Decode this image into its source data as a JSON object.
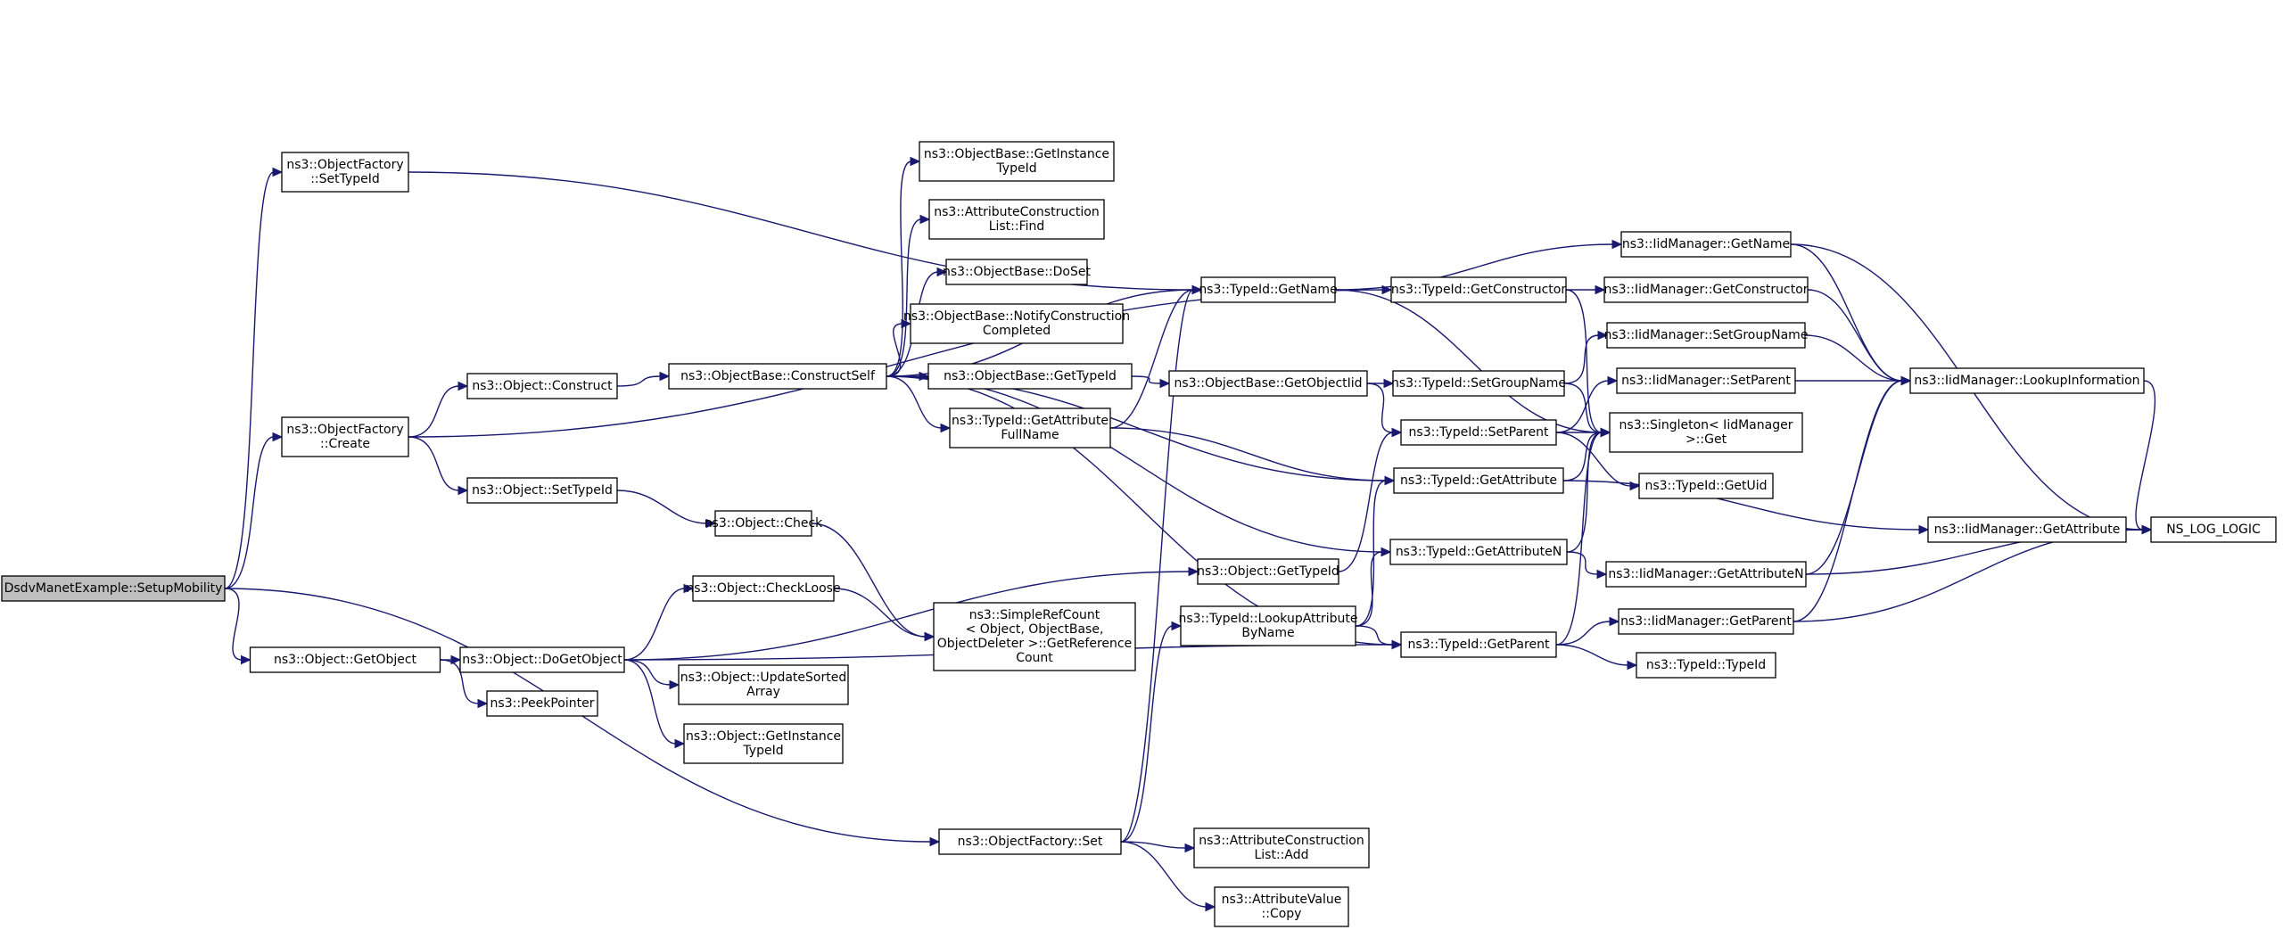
{
  "colors": {
    "edge": "#191970",
    "root_fill": "#bfbfbf",
    "node_fill": "#ffffff",
    "border": "#000000"
  },
  "nodes": [
    {
      "id": "root",
      "lines": [
        "DsdvManetExample::SetupMobility"
      ]
    },
    {
      "id": "of_settypeid",
      "lines": [
        "ns3::ObjectFactory",
        "::SetTypeId"
      ]
    },
    {
      "id": "of_create",
      "lines": [
        "ns3::ObjectFactory",
        "::Create"
      ]
    },
    {
      "id": "obj_getobject",
      "lines": [
        "ns3::Object::GetObject"
      ]
    },
    {
      "id": "of_set",
      "lines": [
        "ns3::ObjectFactory::Set"
      ]
    },
    {
      "id": "obj_construct",
      "lines": [
        "ns3::Object::Construct"
      ]
    },
    {
      "id": "obj_settypeid",
      "lines": [
        "ns3::Object::SetTypeId"
      ]
    },
    {
      "id": "obj_dogetobject",
      "lines": [
        "ns3::Object::DoGetObject"
      ]
    },
    {
      "id": "peekpointer",
      "lines": [
        "ns3::PeekPointer"
      ]
    },
    {
      "id": "ob_constructself",
      "lines": [
        "ns3::ObjectBase::ConstructSelf"
      ]
    },
    {
      "id": "obj_check",
      "lines": [
        "ns3::Object::Check"
      ]
    },
    {
      "id": "obj_checkloose",
      "lines": [
        "ns3::Object::CheckLoose"
      ]
    },
    {
      "id": "obj_updatesorted",
      "lines": [
        "ns3::Object::UpdateSorted",
        "Array"
      ]
    },
    {
      "id": "obj_getinstancetypeid",
      "lines": [
        "ns3::Object::GetInstance",
        "TypeId"
      ]
    },
    {
      "id": "ob_getinstancetypeid",
      "lines": [
        "ns3::ObjectBase::GetInstance",
        "TypeId"
      ]
    },
    {
      "id": "acl_find",
      "lines": [
        "ns3::AttributeConstruction",
        "List::Find"
      ]
    },
    {
      "id": "ob_doset",
      "lines": [
        "ns3::ObjectBase::DoSet"
      ]
    },
    {
      "id": "ob_notify",
      "lines": [
        "ns3::ObjectBase::NotifyConstruction",
        "Completed"
      ]
    },
    {
      "id": "ob_gettypeid",
      "lines": [
        "ns3::ObjectBase::GetTypeId"
      ]
    },
    {
      "id": "tid_getattrfullname",
      "lines": [
        "ns3::TypeId::GetAttribute",
        "FullName"
      ]
    },
    {
      "id": "srefcount",
      "lines": [
        "ns3::SimpleRefCount",
        "< Object, ObjectBase,",
        " ObjectDeleter >::GetReference",
        "Count"
      ]
    },
    {
      "id": "tid_getname",
      "lines": [
        "ns3::TypeId::GetName"
      ]
    },
    {
      "id": "ob_getobjectiid",
      "lines": [
        "ns3::ObjectBase::GetObjectIid"
      ]
    },
    {
      "id": "obj_gettypeid",
      "lines": [
        "ns3::Object::GetTypeId"
      ]
    },
    {
      "id": "tid_lookupattr",
      "lines": [
        "ns3::TypeId::LookupAttribute",
        "ByName"
      ]
    },
    {
      "id": "acl_add",
      "lines": [
        "ns3::AttributeConstruction",
        "List::Add"
      ]
    },
    {
      "id": "av_copy",
      "lines": [
        "ns3::AttributeValue",
        "::Copy"
      ]
    },
    {
      "id": "tid_getconstructor",
      "lines": [
        "ns3::TypeId::GetConstructor"
      ]
    },
    {
      "id": "tid_setgroupname",
      "lines": [
        "ns3::TypeId::SetGroupName"
      ]
    },
    {
      "id": "tid_setparent",
      "lines": [
        "ns3::TypeId::SetParent"
      ]
    },
    {
      "id": "tid_getattribute",
      "lines": [
        "ns3::TypeId::GetAttribute"
      ]
    },
    {
      "id": "tid_getattributen",
      "lines": [
        "ns3::TypeId::GetAttributeN"
      ]
    },
    {
      "id": "tid_getparent",
      "lines": [
        "ns3::TypeId::GetParent"
      ]
    },
    {
      "id": "iid_getname",
      "lines": [
        "ns3::IidManager::GetName"
      ]
    },
    {
      "id": "iid_getconstructor",
      "lines": [
        "ns3::IidManager::GetConstructor"
      ]
    },
    {
      "id": "iid_setgroupname",
      "lines": [
        "ns3::IidManager::SetGroupName"
      ]
    },
    {
      "id": "iid_setparent",
      "lines": [
        "ns3::IidManager::SetParent"
      ]
    },
    {
      "id": "singleton_get",
      "lines": [
        "ns3::Singleton< IidManager",
        " >::Get"
      ]
    },
    {
      "id": "tid_getuid",
      "lines": [
        "ns3::TypeId::GetUid"
      ]
    },
    {
      "id": "iid_getattribute",
      "lines": [
        "ns3::IidManager::GetAttribute"
      ]
    },
    {
      "id": "iid_getattributen",
      "lines": [
        "ns3::IidManager::GetAttributeN"
      ]
    },
    {
      "id": "iid_getparent",
      "lines": [
        "ns3::IidManager::GetParent"
      ]
    },
    {
      "id": "tid_typeid",
      "lines": [
        "ns3::TypeId::TypeId"
      ]
    },
    {
      "id": "iid_lookupinfo",
      "lines": [
        "ns3::IidManager::LookupInformation"
      ]
    },
    {
      "id": "ns_log_logic",
      "lines": [
        "NS_LOG_LOGIC"
      ]
    }
  ],
  "edges": [
    [
      "root",
      "of_settypeid"
    ],
    [
      "root",
      "of_create"
    ],
    [
      "root",
      "obj_getobject"
    ],
    [
      "root",
      "of_set"
    ],
    [
      "of_settypeid",
      "tid_getname"
    ],
    [
      "of_create",
      "tid_getconstructor"
    ],
    [
      "of_create",
      "obj_construct"
    ],
    [
      "of_create",
      "obj_settypeid"
    ],
    [
      "obj_getobject",
      "obj_dogetobject"
    ],
    [
      "obj_getobject",
      "peekpointer"
    ],
    [
      "of_set",
      "tid_lookupattr"
    ],
    [
      "of_set",
      "tid_getname"
    ],
    [
      "of_set",
      "acl_add"
    ],
    [
      "of_set",
      "av_copy"
    ],
    [
      "obj_construct",
      "ob_constructself"
    ],
    [
      "obj_settypeid",
      "obj_check"
    ],
    [
      "obj_dogetobject",
      "obj_checkloose"
    ],
    [
      "obj_dogetobject",
      "obj_updatesorted"
    ],
    [
      "obj_dogetobject",
      "obj_getinstancetypeid"
    ],
    [
      "obj_dogetobject",
      "obj_gettypeid"
    ],
    [
      "obj_dogetobject",
      "tid_getparent"
    ],
    [
      "obj_check",
      "srefcount"
    ],
    [
      "obj_checkloose",
      "srefcount"
    ],
    [
      "ob_constructself",
      "tid_getname"
    ],
    [
      "ob_constructself",
      "ob_getinstancetypeid"
    ],
    [
      "ob_constructself",
      "acl_find"
    ],
    [
      "ob_constructself",
      "ob_doset"
    ],
    [
      "ob_constructself",
      "ob_notify"
    ],
    [
      "ob_constructself",
      "ob_gettypeid"
    ],
    [
      "ob_constructself",
      "tid_getattrfullname"
    ],
    [
      "ob_constructself",
      "tid_getattribute"
    ],
    [
      "ob_constructself",
      "tid_getattributen"
    ],
    [
      "ob_constructself",
      "tid_getparent"
    ],
    [
      "ob_gettypeid",
      "ob_getobjectiid"
    ],
    [
      "tid_getattrfullname",
      "tid_getname"
    ],
    [
      "tid_getattrfullname",
      "tid_getattribute"
    ],
    [
      "ob_getobjectiid",
      "tid_setgroupname"
    ],
    [
      "ob_getobjectiid",
      "tid_setparent"
    ],
    [
      "obj_gettypeid",
      "tid_setparent"
    ],
    [
      "tid_lookupattr",
      "tid_getattributen"
    ],
    [
      "tid_lookupattr",
      "tid_getattribute"
    ],
    [
      "tid_lookupattr",
      "tid_getparent"
    ],
    [
      "tid_getname",
      "iid_getname"
    ],
    [
      "tid_getname",
      "singleton_get"
    ],
    [
      "tid_getconstructor",
      "iid_getconstructor"
    ],
    [
      "tid_getconstructor",
      "singleton_get"
    ],
    [
      "tid_setgroupname",
      "iid_setgroupname"
    ],
    [
      "tid_setgroupname",
      "singleton_get"
    ],
    [
      "tid_setparent",
      "iid_setparent"
    ],
    [
      "tid_setparent",
      "singleton_get"
    ],
    [
      "tid_setparent",
      "tid_getuid"
    ],
    [
      "tid_getattribute",
      "iid_getattribute"
    ],
    [
      "tid_getattribute",
      "singleton_get"
    ],
    [
      "tid_getattributen",
      "iid_getattributen"
    ],
    [
      "tid_getattributen",
      "singleton_get"
    ],
    [
      "tid_getparent",
      "iid_getparent"
    ],
    [
      "tid_getparent",
      "singleton_get"
    ],
    [
      "tid_getparent",
      "tid_typeid"
    ],
    [
      "iid_getname",
      "iid_lookupinfo"
    ],
    [
      "iid_getname",
      "ns_log_logic"
    ],
    [
      "iid_getconstructor",
      "iid_lookupinfo"
    ],
    [
      "iid_setgroupname",
      "iid_lookupinfo"
    ],
    [
      "iid_setparent",
      "iid_lookupinfo"
    ],
    [
      "iid_getattribute",
      "ns_log_logic"
    ],
    [
      "iid_getattributen",
      "iid_lookupinfo"
    ],
    [
      "iid_getattributen",
      "ns_log_logic"
    ],
    [
      "iid_getparent",
      "iid_lookupinfo"
    ],
    [
      "iid_getparent",
      "ns_log_logic"
    ],
    [
      "iid_lookupinfo",
      "ns_log_logic"
    ]
  ]
}
